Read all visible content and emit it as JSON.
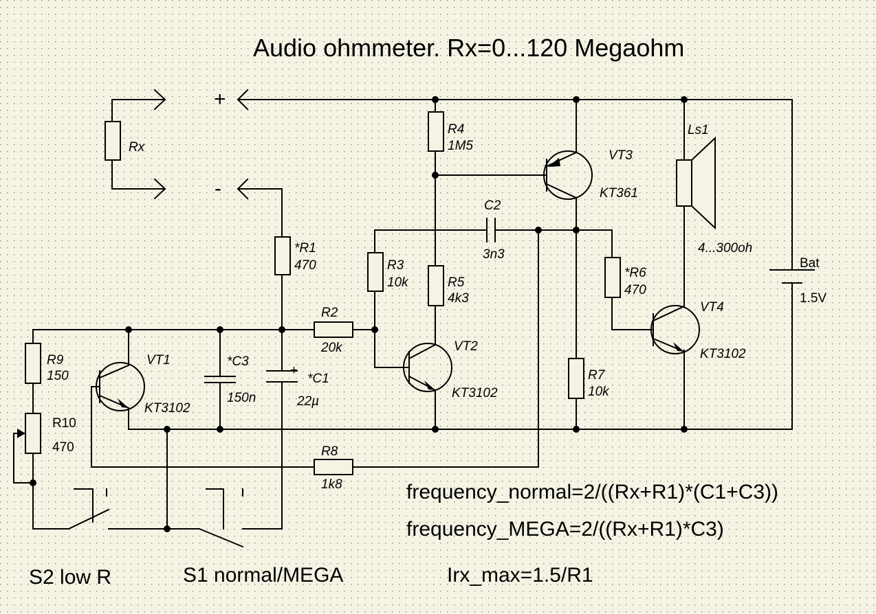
{
  "title": "Audio ohmmeter.  Rx=0...120 Megaohm",
  "terminals": {
    "plus": "+",
    "minus": "-"
  },
  "components": {
    "rx": "Rx",
    "r1": {
      "name": "*R1",
      "value": "470"
    },
    "r2": {
      "name": "R2",
      "value": "20k"
    },
    "r3": {
      "name": "R3",
      "value": "10k"
    },
    "r4": {
      "name": "R4",
      "value": "1M5"
    },
    "r5": {
      "name": "R5",
      "value": "4k3"
    },
    "r6": {
      "name": "*R6",
      "value": "470"
    },
    "r7": {
      "name": "R7",
      "value": "10k"
    },
    "r8": {
      "name": "R8",
      "value": "1k8"
    },
    "r9": {
      "name": "R9",
      "value": "150"
    },
    "r10": {
      "name": "R10",
      "value": "470"
    },
    "c1": {
      "name": "*C1",
      "value": "22µ",
      "polarity": "+"
    },
    "c2": {
      "name": "C2",
      "value": "3n3"
    },
    "c3": {
      "name": "*C3",
      "value": "150n"
    },
    "vt1": {
      "name": "VT1",
      "type": "KT3102"
    },
    "vt2": {
      "name": "VT2",
      "type": "KT3102"
    },
    "vt3": {
      "name": "VT3",
      "type": "KT361"
    },
    "vt4": {
      "name": "VT4",
      "type": "KT3102"
    },
    "ls1": {
      "name": "Ls1",
      "value": "4...300oh"
    },
    "bat": {
      "name": "Bat",
      "value": "1.5V"
    }
  },
  "formulas": {
    "normal": "frequency_normal=2/((Rx+R1)*(C1+C3))",
    "mega": "frequency_MEGA=2/((Rx+R1)*C3)",
    "irx": "Irx_max=1.5/R1"
  },
  "switches": {
    "s2": "S2 low R",
    "s1": "S1 normal/MEGA"
  }
}
